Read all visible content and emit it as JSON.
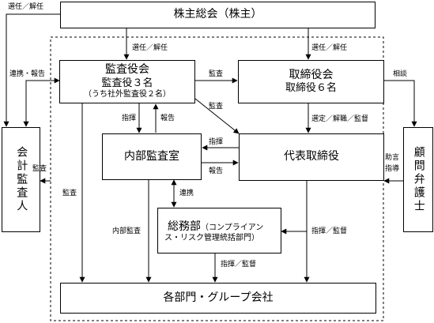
{
  "nodes": {
    "shareholders": "株主総会（株主）",
    "auditors_board_title": "監査役会",
    "auditors_board_sub1": "監査役３名",
    "auditors_board_sub2": "（うち社外監査役２名）",
    "directors_board_title": "取締役会",
    "directors_board_sub": "取締役６名",
    "internal_audit": "内部監査室",
    "representative_director": "代表取締役",
    "general_affairs_title": "総務部",
    "general_affairs_sub1": "（コンプライアン",
    "general_affairs_sub2": "ス・リスク管理統括部門）",
    "accounting_auditor": "会計監査人",
    "legal_advisor": "顧問弁護士",
    "departments": "各部門・グループ会社"
  },
  "edges": {
    "appoint_dismiss_left": "選任／解任",
    "appoint_dismiss_auditors": "選任／解任",
    "appoint_dismiss_directors": "選任／解任",
    "coordination_report": "連携・報告",
    "audit_directors": "監査",
    "consult": "相談",
    "audit_representative": "監査",
    "select_remove_supervise": "選定／解職／監督",
    "instruct_internal": "指揮",
    "report_internal": "報告",
    "instruct_rep": "指揮",
    "report_rep": "報告",
    "advise_1": "助言",
    "advise_2": "指導",
    "audit_accounting": "監査",
    "audit_departments": "監査",
    "liaison": "連携",
    "internal_audit_departments": "内部監査",
    "instruct_supervise_ga": "指揮／監督",
    "instruct_supervise_depts": "指揮／監督"
  }
}
